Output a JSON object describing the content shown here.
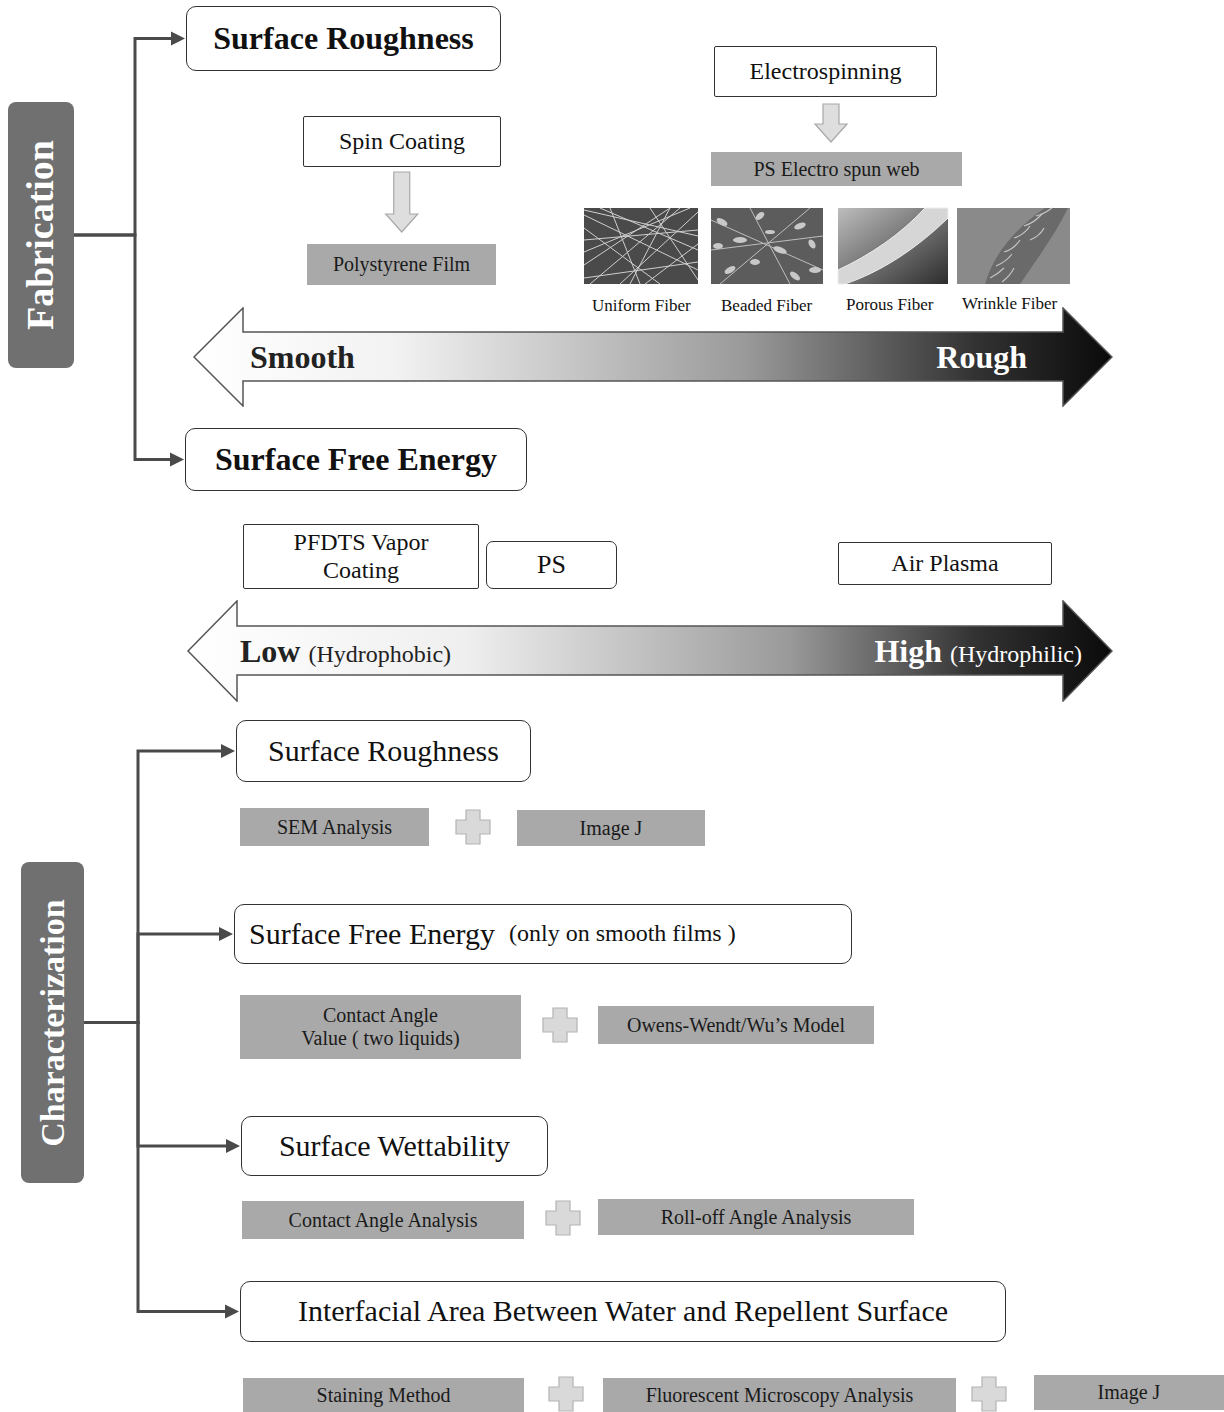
{
  "diagram": {
    "nodes": [
      {
        "text": [
          "Fabrication"
        ]
      },
      {
        "text": [
          "Surface Roughness"
        ]
      },
      {
        "text": [
          "Electrospinning"
        ]
      },
      {
        "text": [
          "Spin Coating"
        ]
      },
      {
        "text": [
          "PS Electro spun web"
        ]
      },
      {
        "text": [
          "Polystyrene Film"
        ]
      },
      {
        "text": [
          "Smooth",
          "Rough"
        ]
      },
      {
        "text": [
          "Surface Free Energy"
        ]
      },
      {
        "text": [
          "PFDTS Vapor Coating"
        ]
      },
      {
        "text": [
          "PS"
        ]
      },
      {
        "text": [
          "Air Plasma"
        ]
      },
      {
        "text": [
          "Low",
          "(Hydrophobic)",
          "High",
          "(Hydrophilic)"
        ]
      },
      {
        "text": [
          "Characterization"
        ]
      },
      {
        "text": [
          "Surface Roughness"
        ]
      },
      {
        "text": [
          "SEM Analysis"
        ]
      },
      {
        "text": [
          "Image J"
        ]
      },
      {
        "text": [
          "Surface Free Energy",
          "(only on smooth films )"
        ]
      },
      {
        "text": [
          "Contact Angle Value ( two liquids)"
        ]
      },
      {
        "text": [
          "Owens-Wendt/Wu’s Model"
        ]
      },
      {
        "text": [
          "Surface Wettability"
        ]
      },
      {
        "text": [
          "Contact Angle Analysis"
        ]
      },
      {
        "text": [
          "Roll-off Angle Analysis"
        ]
      },
      {
        "text": [
          "Interfacial Area Between Water and Repellent Surface"
        ]
      },
      {
        "text": [
          "Staining Method"
        ]
      },
      {
        "text": [
          "Fluorescent Microscopy Analysis"
        ]
      },
      {
        "text": [
          "Image J"
        ]
      }
    ],
    "edges": [
      {
        "from": 0,
        "to": 1,
        "arrow": "to"
      },
      {
        "from": 0,
        "to": 7,
        "arrow": "to"
      },
      {
        "from": 3,
        "to": 5,
        "arrow": "to"
      },
      {
        "from": 2,
        "to": 4,
        "arrow": "to"
      },
      {
        "from": 12,
        "to": 13,
        "arrow": "to"
      },
      {
        "from": 12,
        "to": 16,
        "arrow": "to"
      },
      {
        "from": 12,
        "to": 19,
        "arrow": "to"
      },
      {
        "from": 12,
        "to": 22,
        "arrow": "to"
      }
    ],
    "labels": [
      "Uniform Fiber",
      "Beaded Fiber",
      "Porous Fiber",
      "Wrinkle Fiber"
    ]
  }
}
